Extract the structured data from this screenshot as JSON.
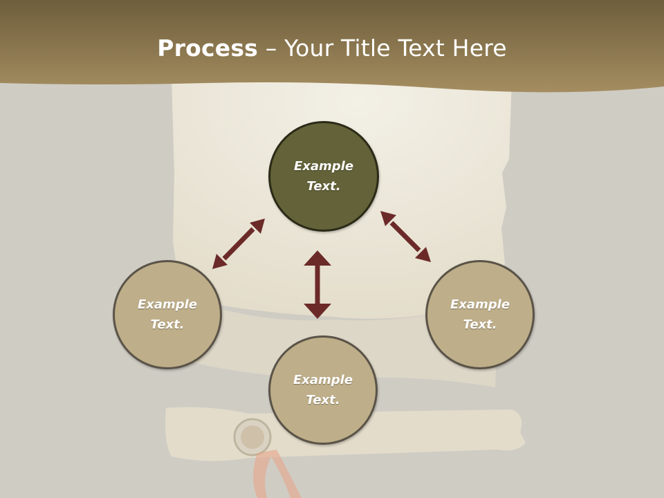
{
  "title": {
    "bold": "Process",
    "rest": " – Your Title Text Here"
  },
  "nodes": {
    "top": {
      "line1": "Example",
      "line2": "Text."
    },
    "left": {
      "line1": "Example",
      "line2": "Text."
    },
    "bottom": {
      "line1": "Example",
      "line2": "Text."
    },
    "right": {
      "line1": "Example",
      "line2": "Text."
    }
  },
  "colors": {
    "header_band": "#8f7a52",
    "background": "#cfccc4",
    "node_active": "#636238",
    "node_default": "#beae89",
    "arrow": "#6b2a28"
  }
}
